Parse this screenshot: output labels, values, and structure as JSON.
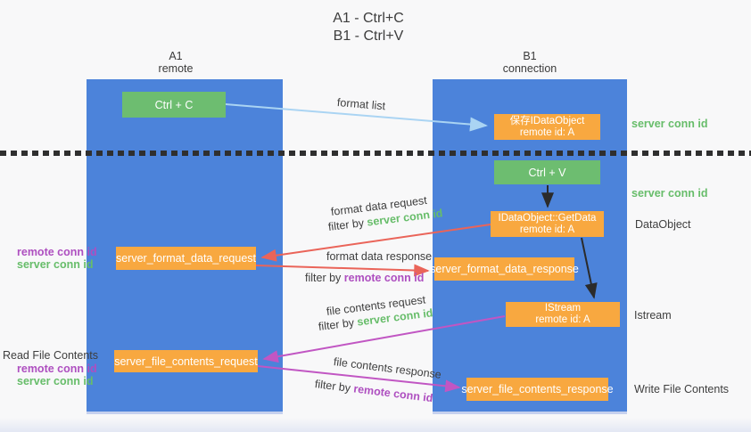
{
  "title": {
    "line1": "A1 - Ctrl+C",
    "line2": "B1 - Ctrl+V"
  },
  "lifelines": {
    "left": {
      "name": "A1",
      "role": "remote"
    },
    "right": {
      "name": "B1",
      "role": "connection"
    }
  },
  "boxes": {
    "ctrl_c": "Ctrl + C",
    "ctrl_v": "Ctrl + V",
    "save_dataobject": {
      "title": "保存IDataObject",
      "subtitle": "remote id: A"
    },
    "getdata": {
      "title": "IDataObject::GetData",
      "subtitle": "remote id: A"
    },
    "istream": {
      "title": "IStream",
      "subtitle": "remote id: A"
    },
    "format_request": "server_format_data_request",
    "format_response": "server_format_data_response",
    "file_request": "server_file_contents_request",
    "file_response": "server_file_contents_response"
  },
  "arrows": {
    "format_list": "format list",
    "format_data_request": {
      "text": "format data request",
      "filter_prefix": "filter by ",
      "filter_key": "server conn id"
    },
    "format_data_response": {
      "text": "format data response",
      "filter_prefix": "filter by ",
      "filter_key": "remote conn id"
    },
    "file_contents_request": {
      "text": "file contents request",
      "filter_prefix": "filter by ",
      "filter_key": "server conn id"
    },
    "file_contents_response": {
      "text": "file contents response",
      "filter_prefix": "filter by ",
      "filter_key": "remote conn id"
    }
  },
  "side_labels": {
    "server_conn_id_top_right": "server conn id",
    "server_conn_id_mid_right": "server conn id",
    "dataobject": "DataObject",
    "istream": "Istream",
    "read_file_contents": "Read File Contents",
    "write_file_contents": "Write File Contents",
    "ids_group_1": {
      "remote": "remote conn id",
      "server": "server conn id"
    },
    "ids_group_2": {
      "remote": "remote conn id",
      "server": "server conn id"
    }
  },
  "colors": {
    "lifeline_blue": "#4c83da",
    "box_green": "#6dbd70",
    "box_orange": "#f8a840",
    "text_green": "#67bd6a",
    "text_purple": "#ae4fc0",
    "arrow_red": "#ea6459",
    "arrow_magenta": "#c156c3",
    "arrow_lightblue": "#aad4f3",
    "arrow_black": "#2b2b2b"
  }
}
